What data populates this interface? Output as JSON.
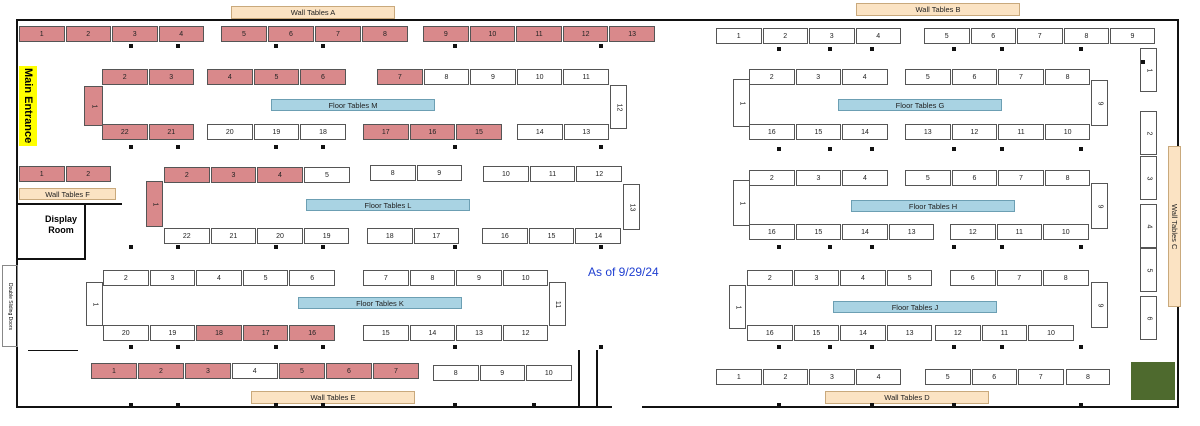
{
  "entrance": "Main Entrance",
  "display_room": "Display Room",
  "side_doors": "Double Sliding Doors",
  "as_of": "As of 9/29/24",
  "colors": {
    "sold": "#d9898b",
    "open": "#ffffff",
    "floor_label": "#a9d3e3",
    "wall_label": "#fbe3c3"
  },
  "labels": {
    "wall_a": "Wall Tables A",
    "wall_b": "Wall Tables B",
    "wall_c": "Wall Tables C",
    "wall_d": "Wall Tables D",
    "wall_e": "Wall Tables E",
    "wall_f": "Wall Tables F",
    "floor_g": "Floor Tables G",
    "floor_h": "Floor Tables H",
    "floor_j": "Floor Tables J",
    "floor_k": "Floor Tables K",
    "floor_l": "Floor Tables L",
    "floor_m": "Floor Tables M"
  },
  "rows": {
    "wallA": {
      "labels": [
        "1",
        "2",
        "3",
        "4",
        "5",
        "6",
        "7",
        "8",
        "9",
        "10",
        "11",
        "12",
        "13"
      ],
      "sold": [
        1,
        1,
        1,
        1,
        1,
        1,
        1,
        1,
        1,
        1,
        1,
        1,
        1
      ]
    },
    "wallB": {
      "labels": [
        "1",
        "2",
        "3",
        "4",
        "5",
        "6",
        "7",
        "8",
        "9"
      ],
      "sold": [
        0,
        0,
        0,
        0,
        0,
        0,
        0,
        0,
        0
      ]
    },
    "mTop": {
      "labels": [
        "2",
        "3",
        "4",
        "5",
        "6",
        "7",
        "8",
        "9",
        "10",
        "11"
      ],
      "sold": [
        1,
        1,
        1,
        1,
        1,
        1,
        0,
        0,
        0,
        0
      ]
    },
    "mBot": {
      "labels": [
        "22",
        "21",
        "20",
        "19",
        "18",
        "17",
        "16",
        "15",
        "14",
        "13"
      ],
      "sold": [
        1,
        1,
        0,
        0,
        0,
        1,
        1,
        1,
        0,
        0
      ]
    },
    "mLeft": {
      "labels": [
        "1"
      ],
      "sold": [
        1
      ]
    },
    "mRight": {
      "labels": [
        "12"
      ],
      "sold": [
        0
      ]
    },
    "gTop": {
      "labels": [
        "2",
        "3",
        "4",
        "5",
        "6",
        "7",
        "8"
      ],
      "sold": [
        0,
        0,
        0,
        0,
        0,
        0,
        0
      ]
    },
    "gBot": {
      "labels": [
        "16",
        "15",
        "14",
        "13",
        "12",
        "11",
        "10"
      ],
      "sold": [
        0,
        0,
        0,
        0,
        0,
        0,
        0
      ]
    },
    "gLeft": {
      "labels": [
        "1"
      ],
      "sold": [
        0
      ]
    },
    "gRight": {
      "labels": [
        "9"
      ],
      "sold": [
        0
      ]
    },
    "wallF": {
      "labels": [
        "1",
        "2"
      ],
      "sold": [
        1,
        1
      ]
    },
    "lTop": {
      "labels": [
        "2",
        "3",
        "4",
        "5",
        "8",
        "9",
        "10",
        "11",
        "12"
      ],
      "sold": [
        1,
        1,
        1,
        0,
        0,
        0,
        0,
        0,
        0
      ]
    },
    "lBot": {
      "labels": [
        "22",
        "21",
        "20",
        "19",
        "18",
        "17",
        "16",
        "15",
        "14"
      ],
      "sold": [
        0,
        0,
        0,
        0,
        0,
        0,
        0,
        0,
        0
      ]
    },
    "lLeft": {
      "labels": [
        "1"
      ],
      "sold": [
        1
      ]
    },
    "lRight": {
      "labels": [
        "13"
      ],
      "sold": [
        0
      ]
    },
    "hTop": {
      "labels": [
        "2",
        "3",
        "4",
        "5",
        "6",
        "7",
        "8"
      ],
      "sold": [
        0,
        0,
        0,
        0,
        0,
        0,
        0
      ]
    },
    "hBot": {
      "labels": [
        "16",
        "15",
        "14",
        "13",
        "12",
        "11",
        "10"
      ],
      "sold": [
        0,
        0,
        0,
        0,
        0,
        0,
        0
      ]
    },
    "hLeft": {
      "labels": [
        "1"
      ],
      "sold": [
        0
      ]
    },
    "hRight": {
      "labels": [
        "9"
      ],
      "sold": [
        0
      ]
    },
    "kTop": {
      "labels": [
        "2",
        "3",
        "4",
        "5",
        "6",
        "7",
        "8",
        "9",
        "10"
      ],
      "sold": [
        0,
        0,
        0,
        0,
        0,
        0,
        0,
        0,
        0
      ]
    },
    "kBot": {
      "labels": [
        "20",
        "19",
        "18",
        "17",
        "16",
        "15",
        "14",
        "13",
        "12"
      ],
      "sold": [
        0,
        0,
        1,
        1,
        1,
        0,
        0,
        0,
        0
      ]
    },
    "kLeft": {
      "labels": [
        "1"
      ],
      "sold": [
        0
      ]
    },
    "kRight": {
      "labels": [
        "11"
      ],
      "sold": [
        0
      ]
    },
    "jTop": {
      "labels": [
        "2",
        "3",
        "4",
        "5",
        "6",
        "7",
        "8"
      ],
      "sold": [
        0,
        0,
        0,
        0,
        0,
        0,
        0
      ]
    },
    "jBot": {
      "labels": [
        "16",
        "15",
        "14",
        "13",
        "12",
        "11",
        "10"
      ],
      "sold": [
        0,
        0,
        0,
        0,
        0,
        0,
        0
      ]
    },
    "jLeft": {
      "labels": [
        "1"
      ],
      "sold": [
        0
      ]
    },
    "jRight": {
      "labels": [
        "9"
      ],
      "sold": [
        0
      ]
    },
    "wallC": {
      "labels": [
        "1",
        "2",
        "3",
        "4",
        "5",
        "6"
      ],
      "sold": [
        0,
        0,
        0,
        0,
        0,
        0
      ]
    },
    "wallE": {
      "labels": [
        "1",
        "2",
        "3",
        "4",
        "5",
        "6",
        "7",
        "8",
        "9",
        "10"
      ],
      "sold": [
        1,
        1,
        1,
        0,
        1,
        1,
        1,
        0,
        0,
        0
      ]
    },
    "wallD": {
      "labels": [
        "1",
        "2",
        "3",
        "4",
        "5",
        "6",
        "7",
        "8"
      ],
      "sold": [
        0,
        0,
        0,
        0,
        0,
        0,
        0,
        0
      ]
    }
  }
}
